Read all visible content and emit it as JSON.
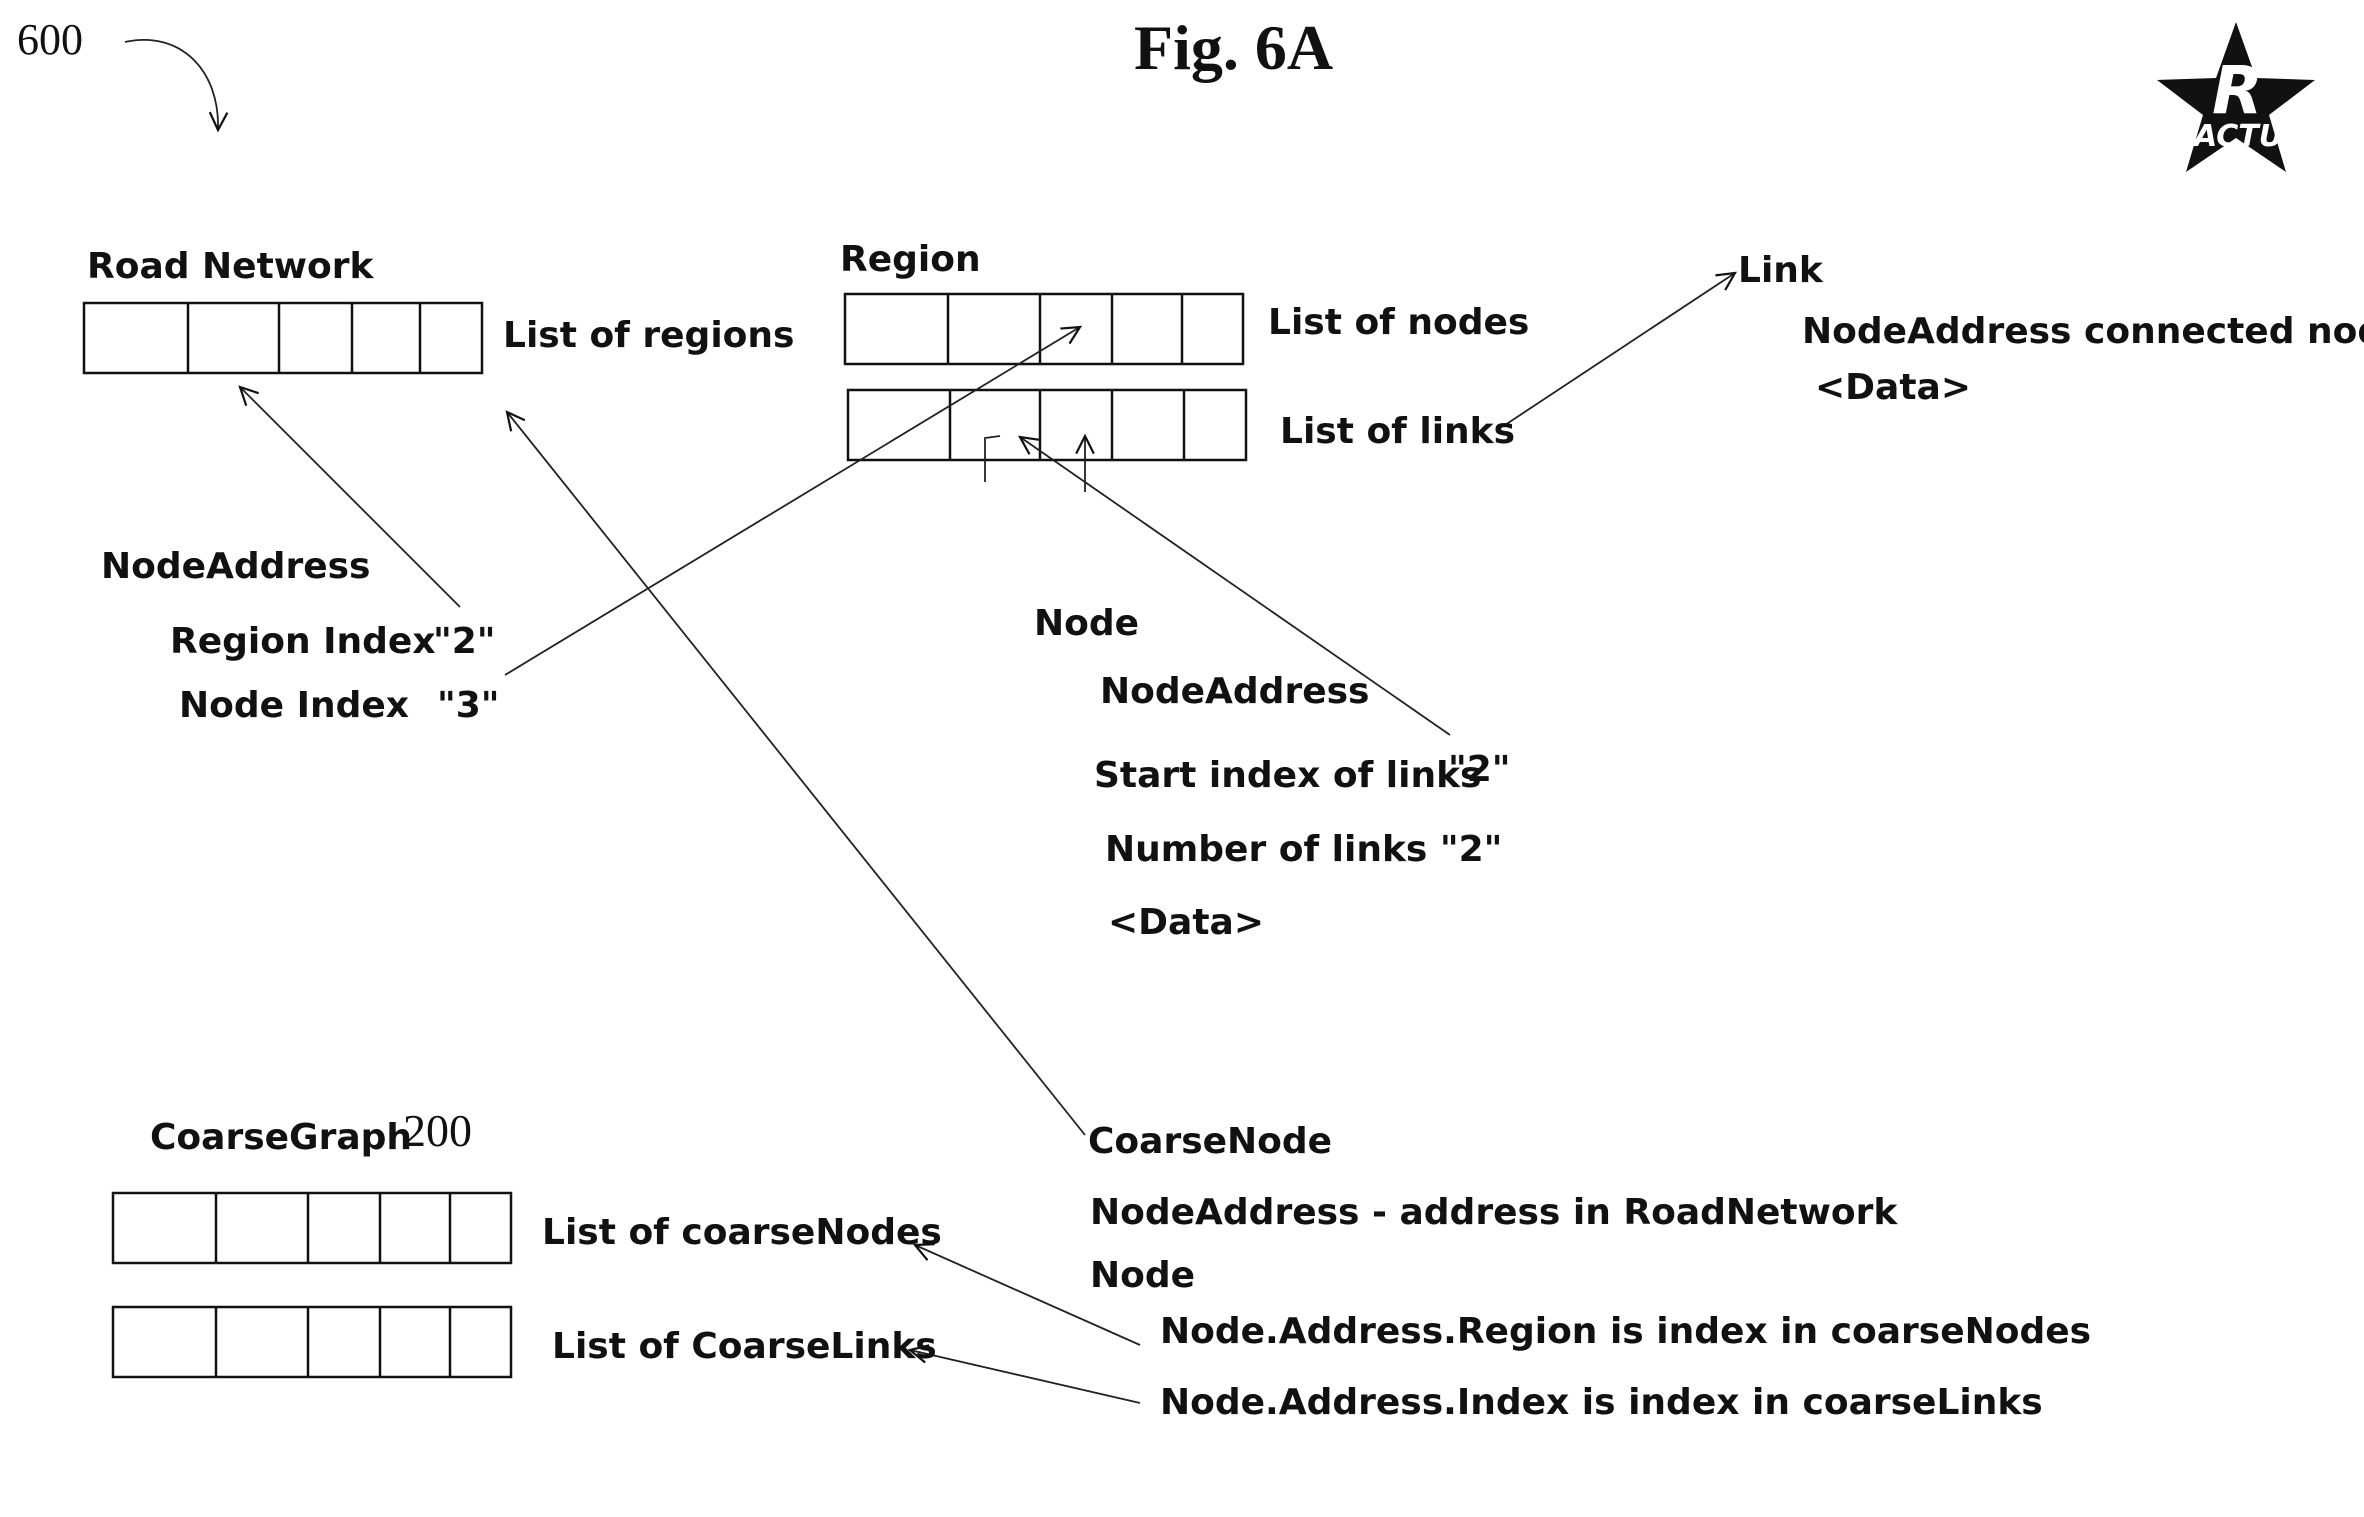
{
  "figure": {
    "title": "Fig. 6A",
    "ref_number": "600",
    "logo_letter": "R",
    "logo_text": "ACTU"
  },
  "road_network": {
    "title": "Road Network",
    "list_label": "List of regions"
  },
  "region": {
    "title": "Region",
    "nodes_label": "List of nodes",
    "links_label": "List of links"
  },
  "link": {
    "title": "Link",
    "line1": "NodeAddress connected node",
    "line2": "<Data>"
  },
  "node_address": {
    "title": "NodeAddress",
    "region_index": "Region Index",
    "region_index_value": "\"2\"",
    "node_index": "Node Index",
    "node_index_value": "\"3\""
  },
  "node": {
    "title": "Node",
    "address": "NodeAddress",
    "start_index": "Start index of links",
    "start_index_value": "\"2\"",
    "num_links": "Number of links \"2\"",
    "data": "<Data>"
  },
  "coarse_graph": {
    "title": "CoarseGraph",
    "ref_number": "200",
    "nodes_label": "List of coarseNodes",
    "links_label": "List of CoarseLinks"
  },
  "coarse_node": {
    "title": "CoarseNode",
    "line1": "NodeAddress - address in RoadNetwork",
    "line2": "Node",
    "line3": "Node.Address.Region is index in coarseNodes",
    "line4": "Node.Address.Index is index in coarseLinks"
  },
  "colors": {
    "ink": "#111111",
    "background": "#ffffff"
  }
}
